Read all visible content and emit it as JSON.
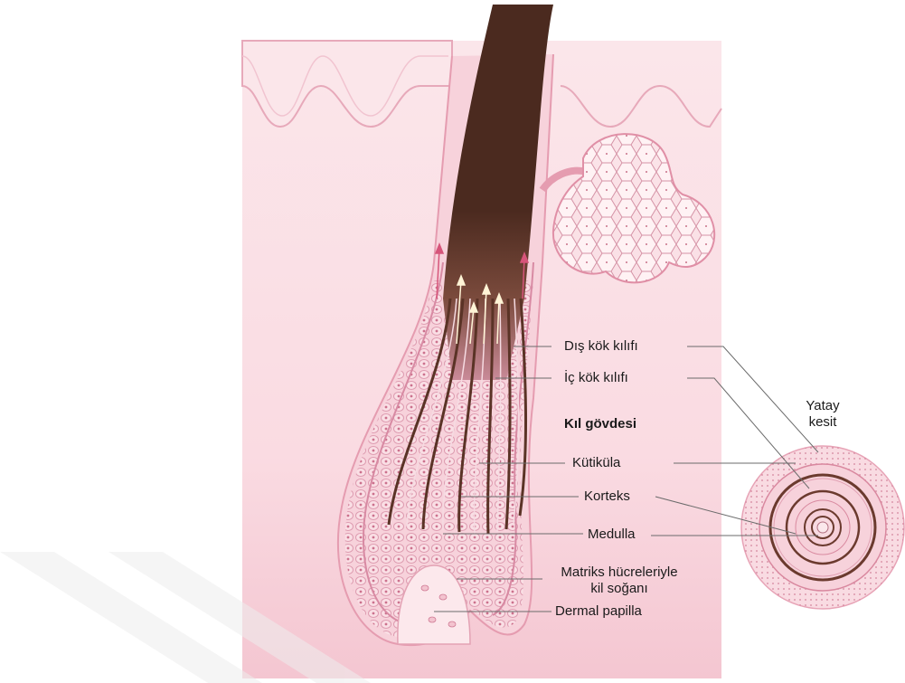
{
  "labels": {
    "dis_kok_kilifi": "Dış kök kılıfı",
    "ic_kok_kilifi": "İç kök kılıfı",
    "kil_govdesi": "Kıl gövdesi",
    "kutikula": "Kütiküla",
    "korteks": "Korteks",
    "medulla": "Medulla",
    "matriks_line1": "Matriks hücreleriyle",
    "matriks_line2": "kil soğanı",
    "dermal_papilla": "Dermal papilla",
    "yatay": "Yatay",
    "kesit": "kesit"
  },
  "colors": {
    "skin": "#f7d4dc",
    "skin_dark": "#efbccb",
    "sheath": "#e8a4b7",
    "hair": "#4a2a1e",
    "cell": "#d88aa3",
    "leader": "#6b6b6b"
  }
}
